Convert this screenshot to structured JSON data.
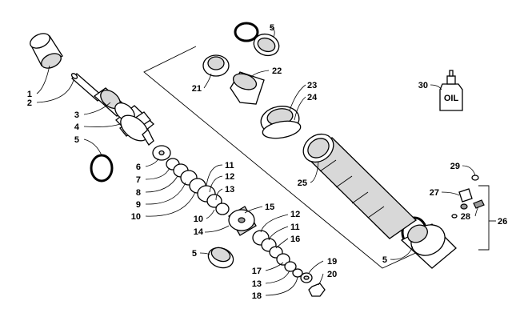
{
  "diagram": {
    "callouts": [
      "1",
      "2",
      "3",
      "4",
      "5",
      "6",
      "7",
      "8",
      "9",
      "10",
      "11",
      "12",
      "13",
      "14",
      "15",
      "16",
      "17",
      "18",
      "19",
      "20",
      "21",
      "22",
      "23",
      "24",
      "25",
      "26",
      "27",
      "28",
      "29",
      "30"
    ],
    "oil_bottle_label": "OIL"
  }
}
